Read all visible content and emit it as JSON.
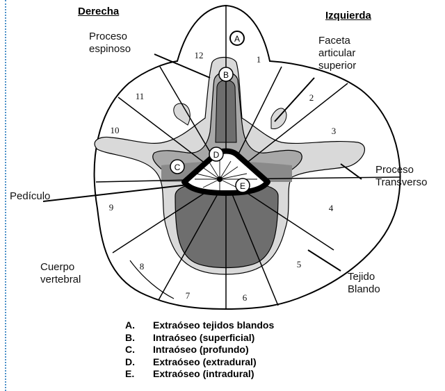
{
  "headings": {
    "right": "Derecha",
    "left": "Izquierda"
  },
  "labels": {
    "spinous": [
      "Proceso",
      "espinoso"
    ],
    "facet": [
      "Faceta",
      "articular",
      "superior"
    ],
    "transverse": [
      "Proceso",
      "Transverso"
    ],
    "pedicle": "Pedículo",
    "body": [
      "Cuerpo",
      "vertebral"
    ],
    "soft_tissue": [
      "Tejido",
      "Blando"
    ]
  },
  "sectors": [
    "1",
    "2",
    "3",
    "4",
    "5",
    "6",
    "7",
    "8",
    "9",
    "10",
    "11",
    "12"
  ],
  "zones": [
    "A",
    "B",
    "C",
    "D",
    "E"
  ],
  "legend": [
    {
      "letter": "A.",
      "text": "Extraóseo tejidos blandos"
    },
    {
      "letter": "B.",
      "text": "Intraóseo (superficial)"
    },
    {
      "letter": "C.",
      "text": "Intraóseo (profundo)"
    },
    {
      "letter": "D.",
      "text": "Extraóseo (extradural)"
    },
    {
      "letter": "E.",
      "text": "Extraóseo (intradural)"
    }
  ],
  "colors": {
    "light_gray": "#d9d9d9",
    "mid_gray": "#a8a8a8",
    "dark_gray": "#6e6e6e",
    "outline": "#000000"
  }
}
